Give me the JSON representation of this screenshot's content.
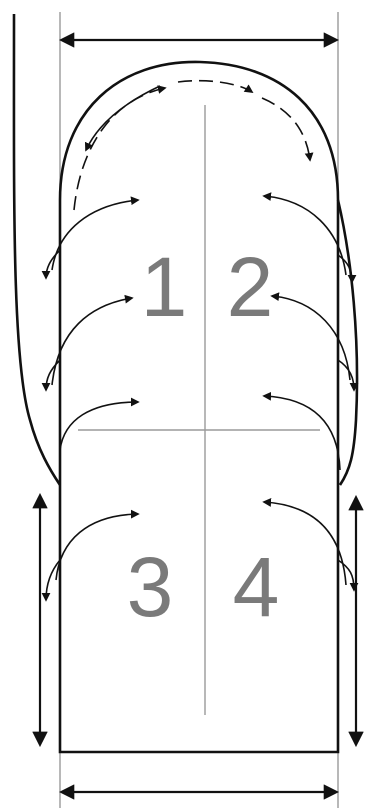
{
  "diagram": {
    "quadrants": [
      {
        "label": "1"
      },
      {
        "label": "2"
      },
      {
        "label": "3"
      },
      {
        "label": "4"
      }
    ]
  }
}
